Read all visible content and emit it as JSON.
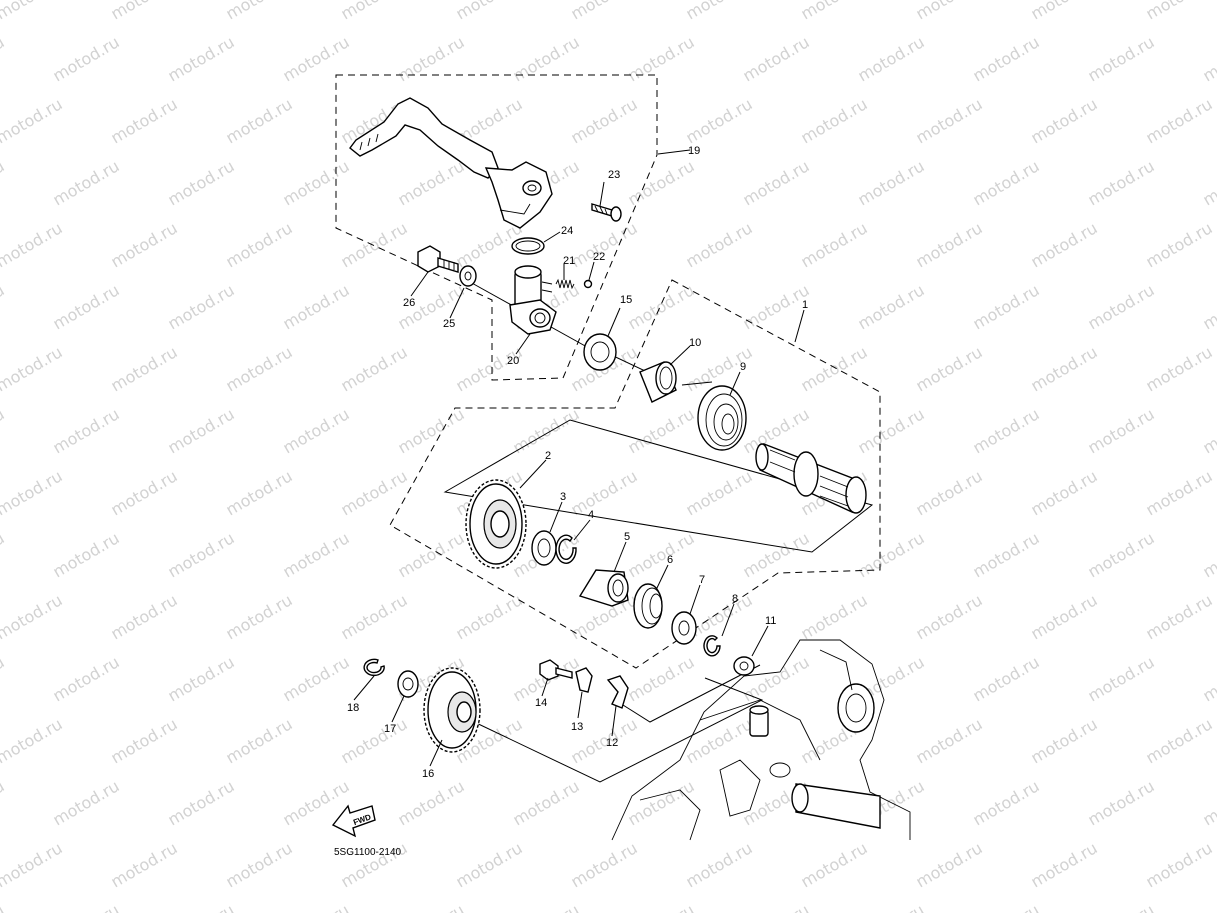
{
  "watermark": "motod.ru",
  "diagram_code": "5SG1100-2140",
  "fwd_label": "FWD",
  "callouts": {
    "c1": "1",
    "c2": "2",
    "c3": "3",
    "c4": "4",
    "c5": "5",
    "c6": "6",
    "c7": "7",
    "c8": "8",
    "c9": "9",
    "c10": "10",
    "c11": "11",
    "c12": "12",
    "c13": "13",
    "c14": "14",
    "c15": "15",
    "c16": "16",
    "c17": "17",
    "c18": "18",
    "c19": "19",
    "c20": "20",
    "c21": "21",
    "c22": "22",
    "c23": "23",
    "c24": "24",
    "c25": "25",
    "c26": "26"
  },
  "colors": {
    "line": "#000000",
    "watermark": "#d2d2d2",
    "background": "#ffffff"
  }
}
